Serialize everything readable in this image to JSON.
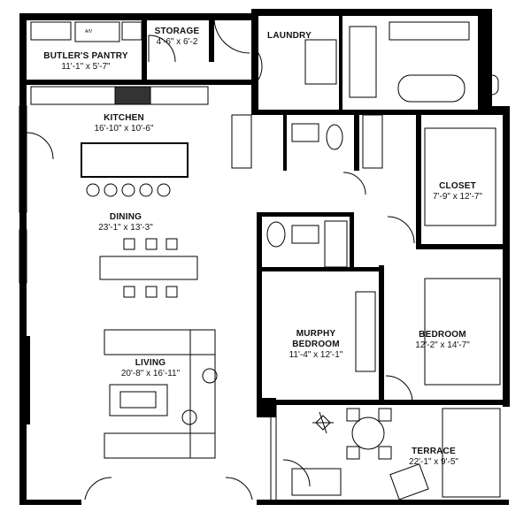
{
  "plan": {
    "wall_color": "#000000",
    "rooms": [
      {
        "name": "STORAGE",
        "dims": "4'-6\" x 6'-2"
      },
      {
        "name": "BUTLER'S PANTRY",
        "dims": "11'-1\" x 5'-7\""
      },
      {
        "name": "LAUNDRY",
        "dims": ""
      },
      {
        "name": "KITCHEN",
        "dims": "16'-10\" x 10'-6\""
      },
      {
        "name": "CLOSET",
        "dims": "7'-9\" x 12'-7\""
      },
      {
        "name": "DINING",
        "dims": "23'-1\" x 13'-3\""
      },
      {
        "name": "MURPHY BEDROOM",
        "dims": "11'-4\" x 12'-1\""
      },
      {
        "name": "BEDROOM",
        "dims": "12'-2\" x 14'-7\""
      },
      {
        "name": "LIVING",
        "dims": "20'-8\" x 16'-11\""
      },
      {
        "name": "TERRACE",
        "dims": "22'-1\" x 9'-5\""
      }
    ],
    "appliance_label": "A/V"
  }
}
